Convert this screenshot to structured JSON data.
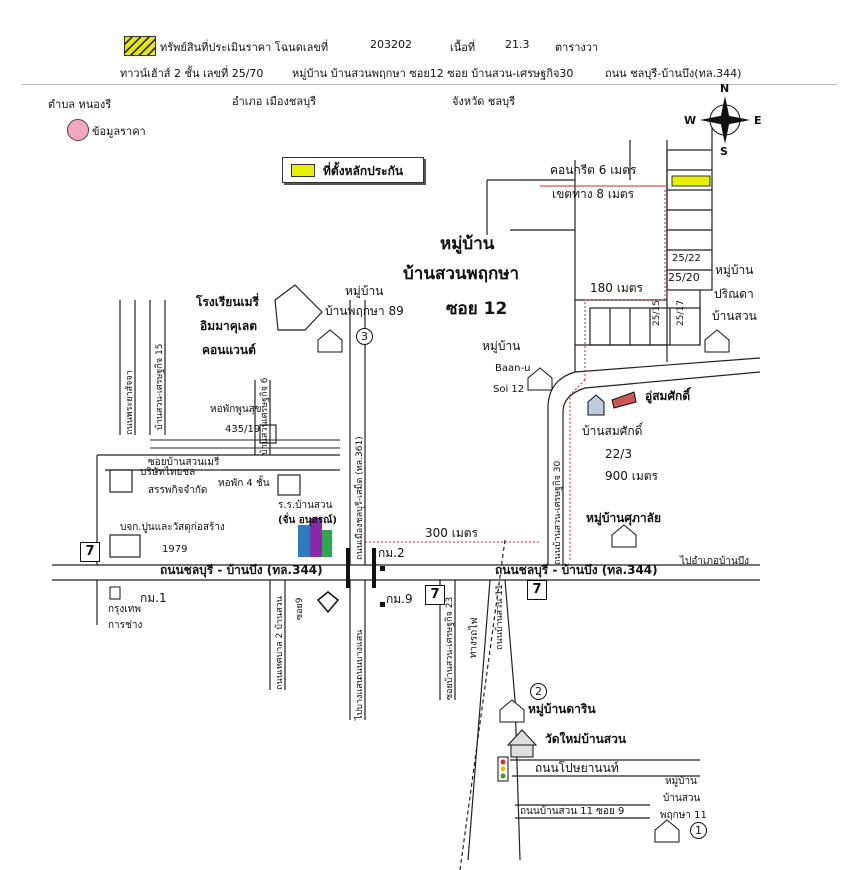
{
  "header": {
    "line1_label": "ทรัพย์สินที่ประเมินราคา โฉนดเลขที่",
    "deed_no": "203202",
    "area_label": "เนื้อที่",
    "area_value": "21.3",
    "area_unit": "ตารางวา",
    "line2_text": "ทาวน์เฮ้าส์ 2 ชั้น เลขที่ 25/70",
    "line2_village": "หมู่บ้าน บ้านสวนพฤกษา ซอย12 ซอย บ้านสวน-เศรษฐกิจ30",
    "line2_road": "ถนน ชลบุรี-บ้านบึง(ทล.344)",
    "subdistrict": "ตำบล หนองรี",
    "district": "อำเภอ เมืองชลบุรี",
    "province": "จังหวัด ชลบุรี",
    "price_info": "ข้อมูลราคา"
  },
  "legend": {
    "collateral": "ที่ตั้งหลักประกัน"
  },
  "compass": {
    "n": "N",
    "s": "S",
    "e": "E",
    "w": "W"
  },
  "labels": {
    "village_title_1": "หมู่บ้าน",
    "village_title_2": "บ้านสวนพฤกษา",
    "village_title_3": "ซอย 12",
    "concrete": "คอนกรีต 6 เมตร",
    "rightofway": "เขตทาง 8 เมตร",
    "dist180": "180 เมตร",
    "house_2522": "25/22",
    "house_2520": "25/20",
    "house_2515": "25/15",
    "house_2517": "25/17",
    "prinda_1": "หมู่บ้าน",
    "prinda_2": "ปริณดา",
    "prinda_3": "บ้านสวน",
    "school_1": "โรงเรียนเมรี่",
    "school_2": "อิมมาคุเลต",
    "school_3": "คอนแวนต์",
    "vil89_1": "หมู่บ้าน",
    "vil89_2": "บ้านพฤกษา 89",
    "baanu_1": "หมู่บ้าน",
    "baanu_2": "Baan-u",
    "baanu_3": "Soi 12",
    "osomsak": "อู่สมศักดิ์",
    "bansomsak_1": "บ้านสมศักดิ์",
    "bansomsak_2": "22/3",
    "dist900": "900 เมตร",
    "dorm_1": "หอพักพูนสุข",
    "dorm_2": "435/19",
    "dorm4": "หอพัก 4 ชั้น",
    "thaicon_1": "บริษัทไทยชล",
    "thaicon_2": "สรรพกิจจำกัด",
    "cement_1": "บจก.ปูนและวัสดุก่อสร้าง",
    "cement_2": "1979",
    "rrbansuan_1": "ร.ร.บ้านสวน",
    "rrbansuan_2": "(จั่น อนุสรณ์)",
    "dist300": "300 เมตร",
    "sapa": "หมู่บ้านศุภาลัย",
    "km2": "กม.2",
    "km9": "กม.9",
    "km1": "กม.1",
    "mainroad_l": "ถนนชลบุรี - บ้านบึง (ทล.344)",
    "mainroad_r": "ถนนชลบุรี - บ้านบึง (ทล.344)",
    "to_banbueng": "ไปอำเภอบ้านบึง",
    "krungthep_1": "กรุงเทพ",
    "krungthep_2": "การช่าง",
    "railway": "ทางรถไฟ",
    "darin": "หมู่บ้านดาริน",
    "watmai": "วัดใหม่บ้านสวน",
    "rd_sp": "ถนนโปษยานนท์",
    "rd_bs11": "ถนนบ้านสวน 11 ซอย 9",
    "vil11_1": "หมู่บ้าน",
    "vil11_2": "บ้านสวน",
    "vil11_3": "พฤกษา 11",
    "soi_main30": "ถนนบ้านสวน-เศรษฐกิจ 30",
    "soi_bs23": "ซอยบ้านสวน-เศรษฐกิจ 23",
    "soi_bs11": "ถนนบ้านสวน 11",
    "soi9": "ซอย9",
    "soi_bangsaen": "ถนนบางแสน",
    "soi_to_bangsaen": "ไปบางแสน",
    "soi_361": "ถนนเมืองชลบุรี-เสม็ด (ทล.361)",
    "soi_khao": "ถนนพระยาสัจจา",
    "soi_left1": "บ้านสวน-เศรษฐกิจ 15",
    "soi_left2": "บ้านสวนเศรษฐกิจ 6",
    "soi_mary": "ซอยบ้านสวนเมรี่",
    "soi_left3": "ถนนเทศบาล 2 บ้านสวน"
  },
  "markers": {
    "m1": "1",
    "m2": "2",
    "m3": "3",
    "seven": "7"
  },
  "colors": {
    "collateral": "#e6f000",
    "route": "#d0203a",
    "price": "#f3a6c0"
  }
}
